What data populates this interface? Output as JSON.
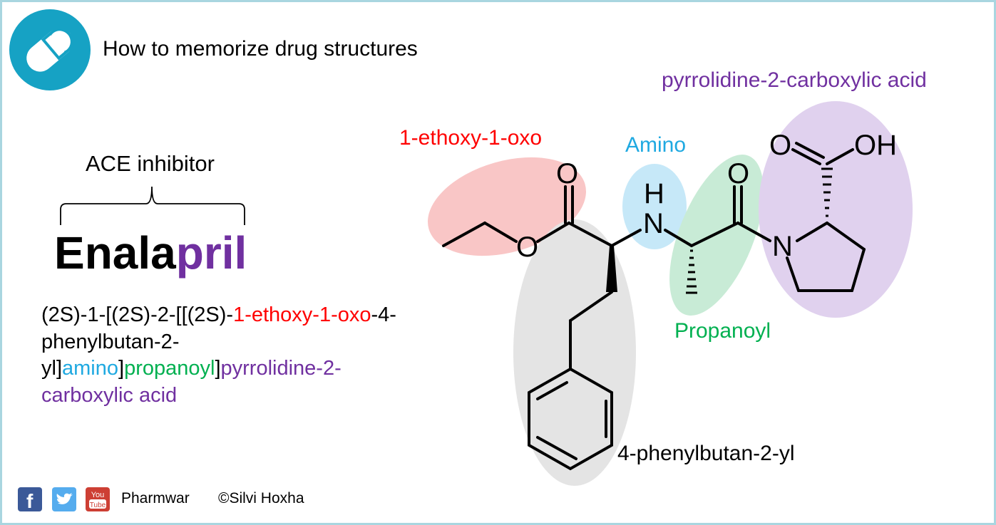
{
  "header": {
    "logo_icon": "capsule-pill-icon",
    "title": "How to memorize drug structures"
  },
  "drug": {
    "class_label": "ACE inhibitor",
    "name_part1": "Enala",
    "name_part2": "pril",
    "name_part2_color": "#7030a0"
  },
  "iupac": {
    "segments": [
      {
        "text": "(2S)-1-[(2S)-2-[[(2S)-",
        "color": "#000000"
      },
      {
        "text": "1-ethoxy-1-oxo",
        "color": "#ff0000"
      },
      {
        "text": "-4-phenylbutan-2-yl]",
        "color": "#000000"
      },
      {
        "text": "amino",
        "color": "#1fa9e1"
      },
      {
        "text": "]",
        "color": "#000000"
      },
      {
        "text": "propanoyl",
        "color": "#00b050"
      },
      {
        "text": "]",
        "color": "#000000"
      },
      {
        "text": "pyrrolidine-2-carboxylic acid",
        "color": "#7030a0"
      }
    ]
  },
  "structure": {
    "labels": {
      "ethoxy_oxo": "1-ethoxy-1-oxo",
      "amino": "Amino",
      "propanoyl": "Propanoyl",
      "pyrrolidine": "pyrrolidine-2-carboxylic acid",
      "phenylbutanyl": "4-phenylbutan-2-yl"
    },
    "atoms": {
      "o_carbonyl1": "O",
      "o_ester": "O",
      "h_amine": "H",
      "n_amine": "N",
      "o_carbonyl2": "O",
      "n_ring": "N",
      "o_acid": "O",
      "oh_acid": "OH"
    },
    "colors": {
      "ethoxy_oxo": "#ff0000",
      "amino": "#1fa9e1",
      "propanoyl": "#00b050",
      "pyrrolidine": "#7030a0",
      "phenylbutanyl": "#000000",
      "ethoxy_oxo_region": "#f9c6c6",
      "amino_region": "#c6e8f8",
      "propanoyl_region": "#c8ebd6",
      "pyrrolidine_region": "#e0d1ee",
      "phenylbutanyl_region": "#e4e4e4"
    }
  },
  "footer": {
    "social_icons": [
      "facebook-icon",
      "twitter-icon",
      "youtube-icon"
    ],
    "youtube_icon_text_top": "You",
    "youtube_icon_text_bottom": "Tube",
    "brand": "Pharmwar",
    "copyright": "©Silvi Hoxha"
  }
}
